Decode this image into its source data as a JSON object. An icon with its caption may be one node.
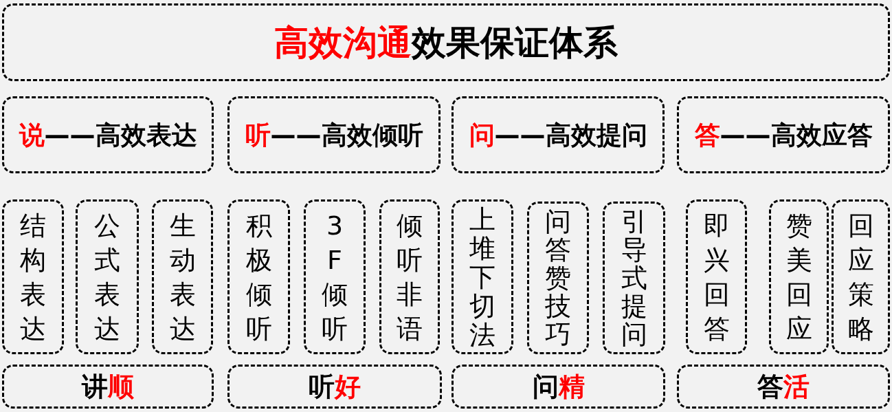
{
  "diagram": {
    "nodes": [
      {
        "text": [
          "**高效沟通**效果保证体系"
        ]
      },
      {
        "text": [
          "**说**——高效表达"
        ]
      },
      {
        "text": [
          "**听**——高效倾听"
        ]
      },
      {
        "text": [
          "**问**——高效提问"
        ]
      },
      {
        "text": [
          "**答**——高效应答"
        ]
      },
      {
        "text": [
          "结构表达"
        ]
      },
      {
        "text": [
          "公式表达"
        ]
      },
      {
        "text": [
          "生动表达"
        ]
      },
      {
        "text": [
          "积极倾听"
        ]
      },
      {
        "text": [
          "3F倾听"
        ]
      },
      {
        "text": [
          "倾听非语"
        ]
      },
      {
        "text": [
          "上堆下切法"
        ]
      },
      {
        "text": [
          "问答赞技巧"
        ]
      },
      {
        "text": [
          "引导式提问"
        ]
      },
      {
        "text": [
          "即兴回答"
        ]
      },
      {
        "text": [
          "赞美回应"
        ]
      },
      {
        "text": [
          "回应策略"
        ]
      },
      {
        "text": [
          "讲**顺**"
        ]
      },
      {
        "text": [
          "听**好**"
        ]
      },
      {
        "text": [
          "问**精**"
        ]
      },
      {
        "text": [
          "答**活**"
        ]
      }
    ],
    "edges": []
  }
}
